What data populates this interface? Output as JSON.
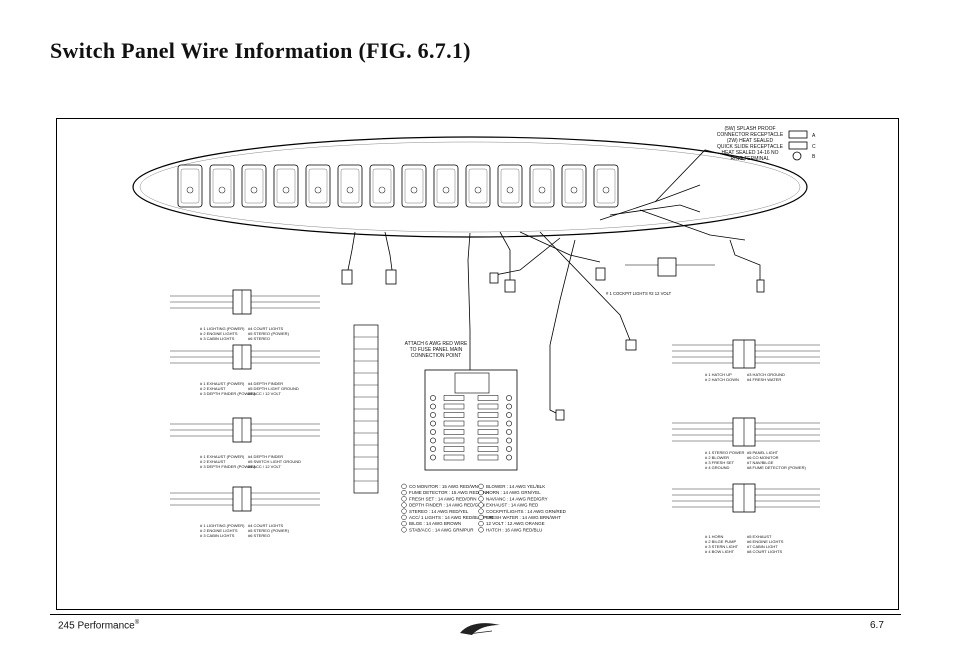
{
  "title": "Switch Panel Wire Information (FIG. 6.7.1)",
  "footer": {
    "product": "245 Performance",
    "reg": "®",
    "page": "6.7"
  },
  "legend": {
    "lines": [
      "(5W) SPLASH PROOF",
      "CONNECTOR RECEPTACLE",
      "(2W) HEAT SEALED",
      "QUICK SLIDE RECEPTACLE",
      "HEAT SEALED 14-16 NO",
      "RING TERMINAL"
    ],
    "letters": [
      "A",
      "C",
      "B"
    ]
  },
  "fuse_note": [
    "ATTACH 6 AWG RED WIRE",
    "TO FUSE PANEL MAIN",
    "CONNECTION POINT"
  ],
  "fuse_list_left": [
    "CO MONITOR : 15 AWG RED/WN",
    "FUME DETECTOR : 15 AWG RED/PNK",
    "FRESH SET : 14 AWG RED/ORN",
    "DEPTH FINDER : 14 AWG RED/GRN",
    "STEREO : 14 AWG RED/YEL",
    "ACC/ 1 LIGHTS : 14 AWG RED/BLU/PUR",
    "BILGE : 14 AWG BROWN",
    "STAB/ACC : 14 AWG GRN/PUR"
  ],
  "fuse_list_right": [
    "BLOWER : 14 AWG YEL/BLK",
    "HORN : 14 AWG GRN/YEL",
    "NAV/ANC : 14 AWG RED/GRY",
    "EXHAUST : 14 AWG RED",
    "COCKPIT/LIGHTS : 14 AWG GRN/RED",
    "FRESH WATER : 14 AWG BRN/WHT",
    "12 VOLT : 12 AWG ORANGE",
    "HATCH : 16 AWG RED/BLU"
  ],
  "plug_blocks": [
    [
      "# 1 LIGHTING (POWER)",
      "#4 COURT LIGHTS",
      "# 2 ENGINE LIGHTS",
      "#5 STEREO (POWER)",
      "# 3 CABIN LIGHTS",
      "#6 STEREO"
    ],
    [
      "# 1 EXHAUST (POWER)",
      "#4 DEPTH FINDER",
      "# 2 EXHAUST",
      "#5 DEPTH LIGHT GROUND",
      "# 3 DEPTH FINDER (POWER)",
      "#6 ACC / 12 VOLT"
    ],
    [
      "# 1 EXHAUST (POWER)",
      "#4 DEPTH FINDER",
      "# 2 EXHAUST",
      "#5 SWITCH LIGHT GROUND",
      "# 3 DEPTH FINDER (POWER)",
      "#6 ACC / 12 VOLT"
    ],
    [
      "# 1 LIGHTING (POWER)",
      "#4 COURT LIGHTS",
      "# 2 ENGINE LIGHTS",
      "#5 STEREO (POWER)",
      "# 3 CABIN LIGHTS",
      "#6 STEREO"
    ]
  ],
  "right_blocks": [
    [
      "# 1 HATCH UP",
      "#3 HATCH GROUND",
      "# 2 HATCH DOWN",
      "#4 FRESH WATER"
    ],
    [
      "# 1 STEREO POWER",
      "#5 PANEL LIGHT",
      "# 2 BLOWER",
      "#6 CO MONITOR",
      "# 3 FRESH SET",
      "#7 NAV/BILGE",
      "# 4 GROUND",
      "#8 FUME DETECTOR (POWER)"
    ],
    [
      "# 1 HORN",
      "#5 EXHAUST",
      "# 2 BILGE PUMP",
      "#6 ENGINE LIGHTS",
      "# 3 STERN LIGHT",
      "#7 CABIN LIGHT",
      "# 4 BOW LIGHT",
      "#8 COURT LIGHTS"
    ]
  ],
  "cockpit_note": "# 1 COCKPIT LIGHTS  #2 12 VOLT"
}
